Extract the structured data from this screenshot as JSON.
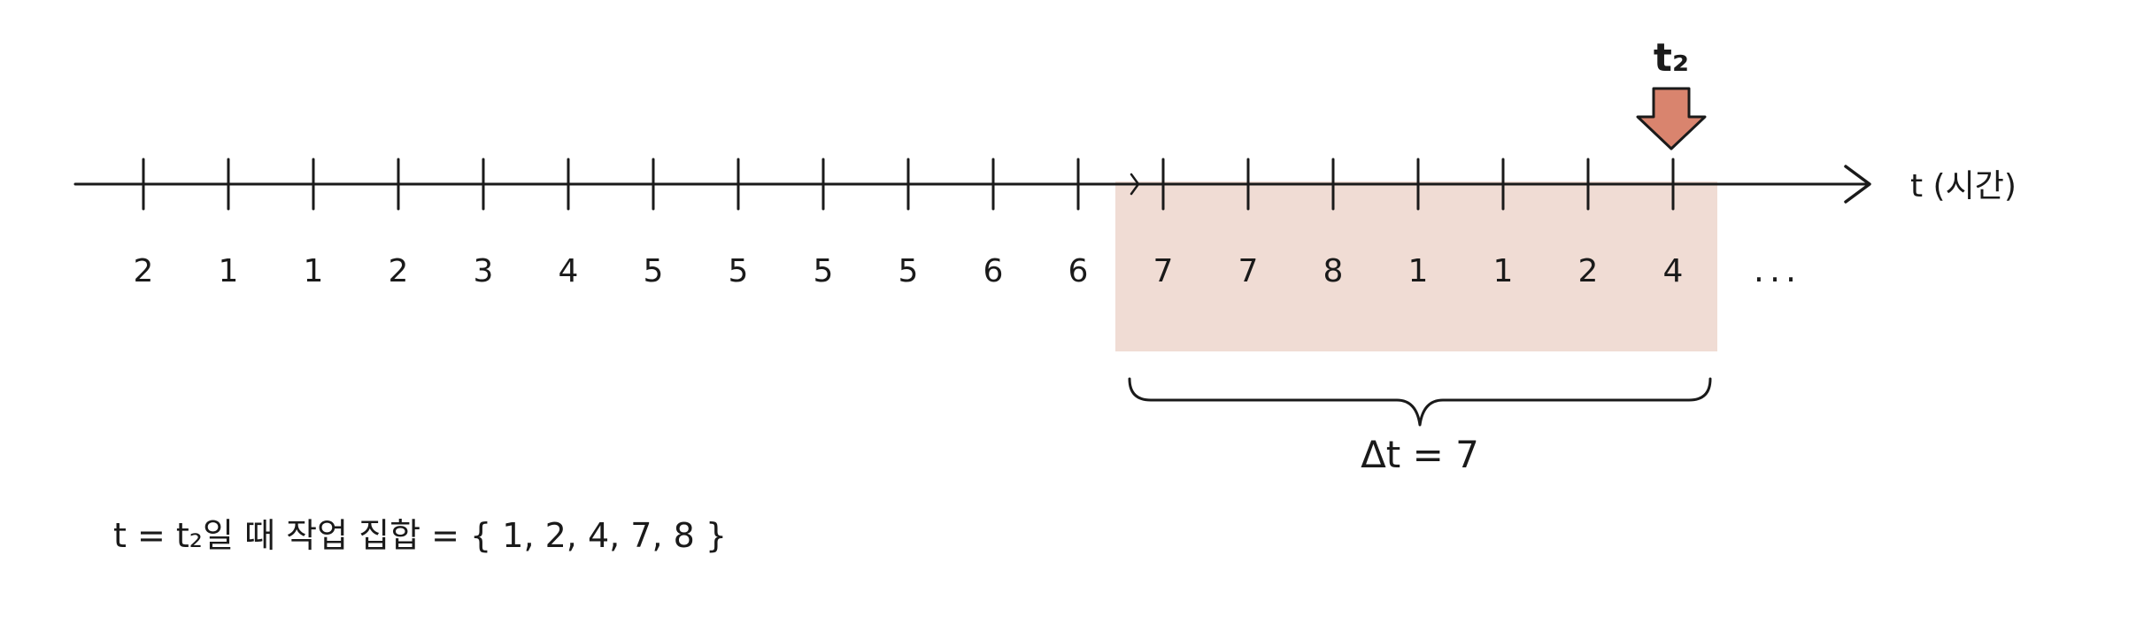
{
  "sequence": [
    "2",
    "1",
    "1",
    "2",
    "3",
    "4",
    "5",
    "5",
    "5",
    "5",
    "6",
    "6",
    "7",
    "7",
    "8",
    "1",
    "1",
    "2",
    "4"
  ],
  "ellipsis": "...",
  "axis_label": "t (시간)",
  "marker_label": "t₂",
  "window": {
    "first_index": 12,
    "last_index": 18,
    "label": "Δt = 7"
  },
  "working_set": "t = t₂일 때 작업 집합 = { 1, 2, 4, 7, 8 }",
  "colors": {
    "ink": "#1a1a1a",
    "window_fill": "#f0dcd4",
    "arrow_fill": "#d9846e",
    "arrow_stroke": "#1a1a1a"
  }
}
